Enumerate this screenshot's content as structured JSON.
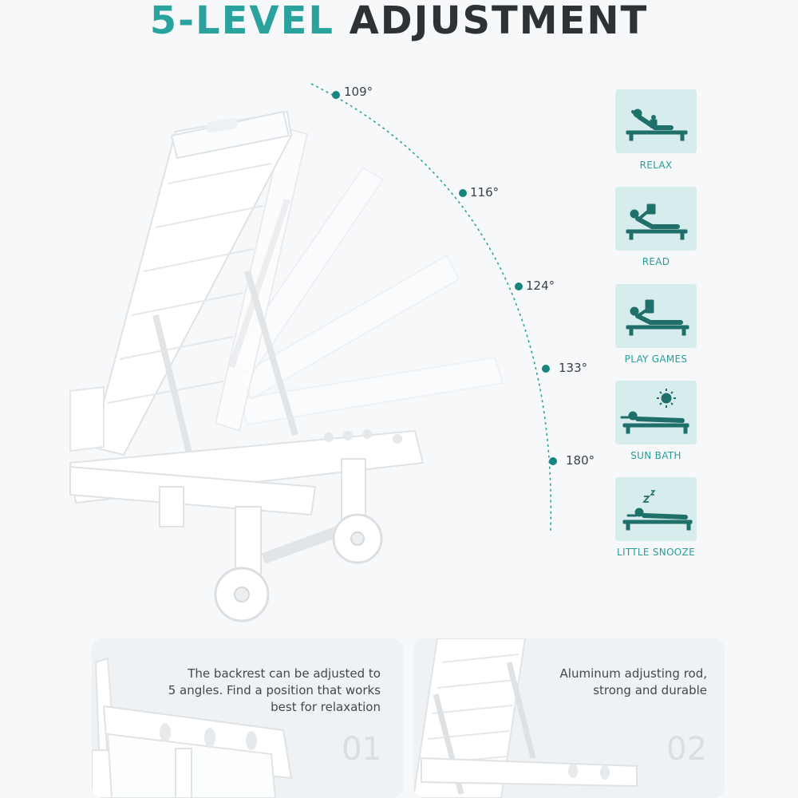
{
  "header": {
    "title_highlight": "5-LEVEL",
    "title_rest": "ADJUSTMENT"
  },
  "angles": [
    "109°",
    "116°",
    "124°",
    "133°",
    "180°"
  ],
  "modes": [
    {
      "label": "RELAX",
      "icon": "relax-icon"
    },
    {
      "label": "READ",
      "icon": "read-icon"
    },
    {
      "label": "PLAY GAMES",
      "icon": "play-games-icon"
    },
    {
      "label": "SUN BATH",
      "icon": "sun-bath-icon"
    },
    {
      "label": "LITTLE SNOOZE",
      "icon": "little-snooze-icon"
    }
  ],
  "features": [
    {
      "text_lines": [
        "The backrest can be adjusted to",
        "5 angles. Find a position that works",
        "best for relaxation"
      ],
      "number": "01"
    },
    {
      "text_lines": [
        "Aluminum adjusting rod,",
        "strong and durable"
      ],
      "number": "02"
    }
  ],
  "colors": {
    "accent": "#2aa39e",
    "dark_text": "#2e3236",
    "card_bg": "#d7ecec"
  }
}
